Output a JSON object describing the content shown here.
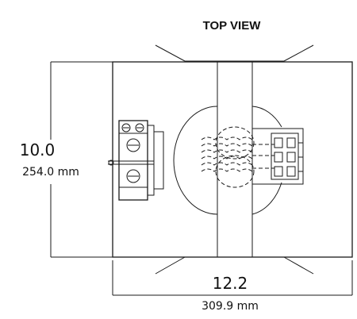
{
  "view_title": "TOP VIEW",
  "height_dimension": {
    "inches": "10.0",
    "millimeters": "254.0 mm"
  },
  "width_dimension": {
    "inches": "12.2",
    "millimeters": "309.9 mm"
  }
}
